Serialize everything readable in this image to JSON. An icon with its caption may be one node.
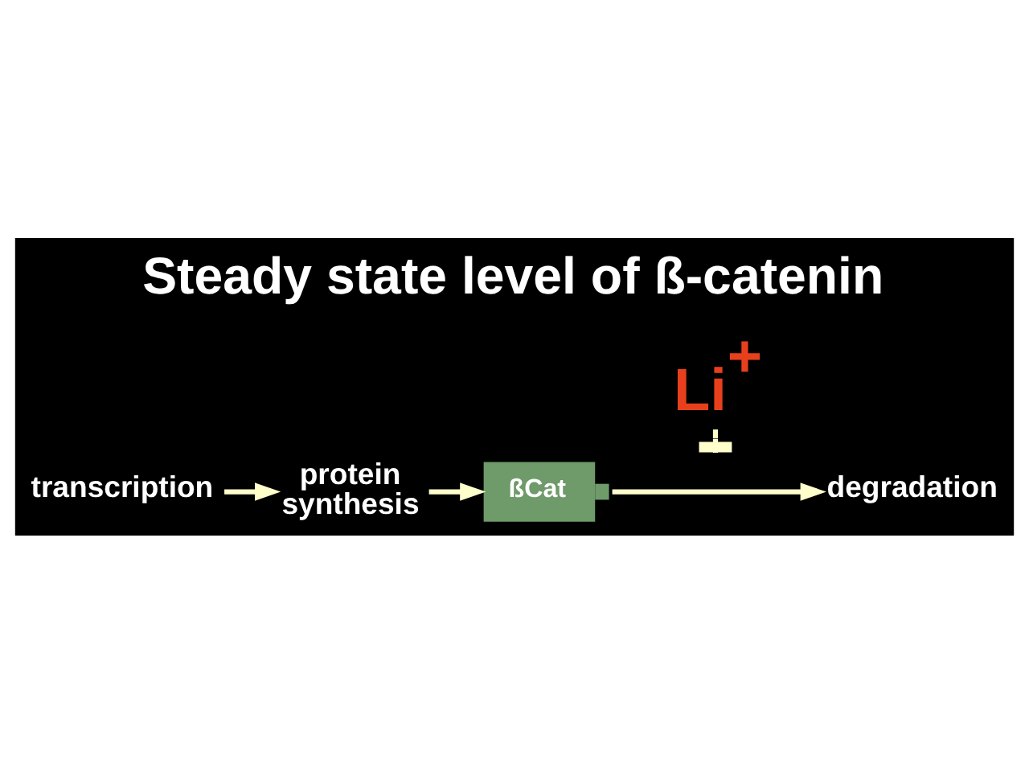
{
  "diagram": {
    "title": "Steady state level of ß-catenin",
    "nodes": [
      {
        "text": [
          "Li$^{+}$"
        ]
      },
      {
        "text": [
          "transcription"
        ]
      },
      {
        "text": [
          "protein synthesis"
        ]
      },
      {
        "text": [
          "ßCat"
        ]
      },
      {
        "text": [
          "degradation"
        ]
      }
    ],
    "edges": [
      {
        "from": 1,
        "to": 2,
        "arrow": "to"
      },
      {
        "from": 2,
        "to": 3,
        "arrow": "to"
      },
      {
        "from": 3,
        "to": 4,
        "arrow": "to"
      },
      {
        "from": 0,
        "to": null,
        "arrow": "other"
      }
    ]
  }
}
